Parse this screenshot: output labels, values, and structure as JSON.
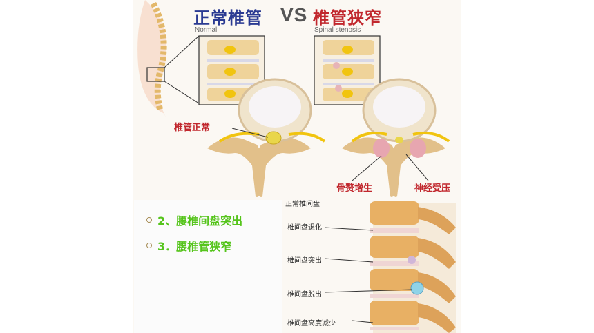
{
  "header": {
    "title_normal": "正常椎管",
    "vs": "VS",
    "title_stenosis": "椎管狭窄",
    "subtitle_normal": "Normal",
    "subtitle_stenosis": "Spinal stenosis"
  },
  "annotations": {
    "normal_canal": "椎管正常",
    "bone_spur": "骨赘增生",
    "nerve_compressed": "神经受压"
  },
  "bullets": [
    {
      "text": "2、腰椎间盘突出"
    },
    {
      "text": "3．腰椎管狭窄"
    }
  ],
  "spine_labels": [
    {
      "text": "正常椎间盘"
    },
    {
      "text": "椎间盘退化"
    },
    {
      "text": "椎间盘突出"
    },
    {
      "text": "椎间盘脱出"
    },
    {
      "text": "椎间盘高度减少"
    }
  ]
}
